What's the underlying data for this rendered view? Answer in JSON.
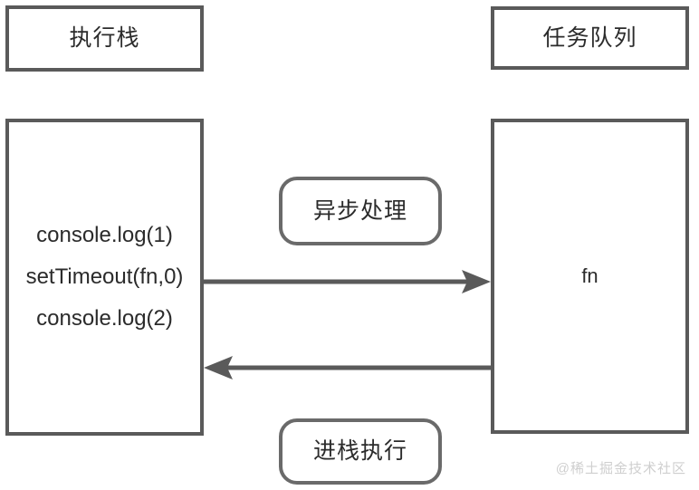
{
  "diagram": {
    "title_execution_stack": "执行栈",
    "title_task_queue": "任务队列",
    "stack_lines": [
      "console.log(1)",
      "setTimeout(fn,0)",
      "console.log(2)"
    ],
    "queue_items": [
      "fn"
    ],
    "flow_labels": {
      "async": "异步处理",
      "push": "进栈执行"
    },
    "arrows": [
      {
        "name": "async-arrow",
        "direction": "right",
        "from": "执行栈",
        "to": "任务队列",
        "label": "异步处理"
      },
      {
        "name": "push-arrow",
        "direction": "left",
        "from": "任务队列",
        "to": "执行栈",
        "label": "进栈执行"
      }
    ],
    "watermark": "@稀土掘金技术社区",
    "colors": {
      "stroke": "#5a5a5a",
      "pill_stroke": "#6a6a6a",
      "text": "#2b2b2b",
      "background": "#ffffff",
      "watermark": "#cfcfcf"
    }
  }
}
